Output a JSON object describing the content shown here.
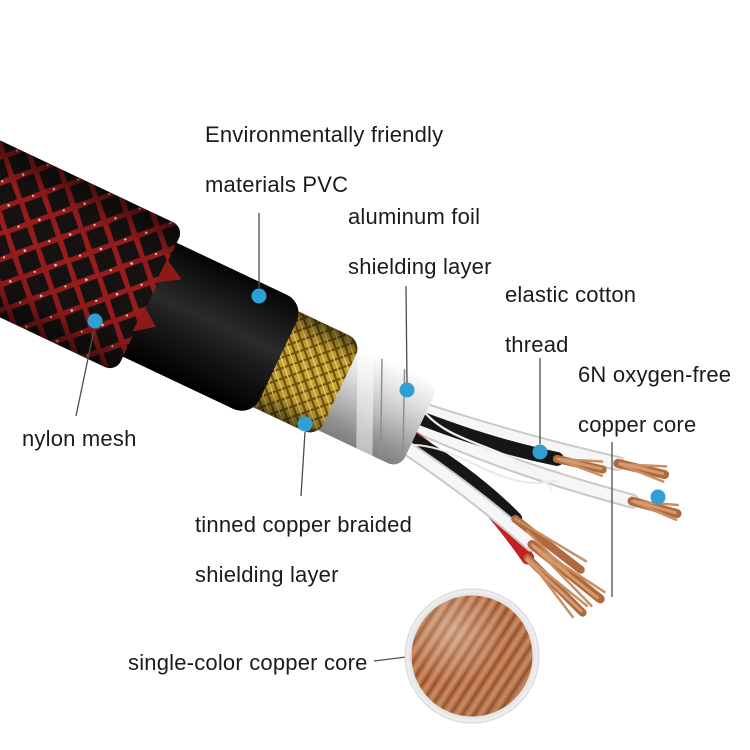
{
  "labels": {
    "pvc": {
      "line1": "Environmentally friendly",
      "line2": "materials PVC"
    },
    "aluminum_foil": {
      "line1": "aluminum foil",
      "line2": "shielding layer"
    },
    "elastic_cotton": {
      "line1": "elastic cotton",
      "line2": "thread"
    },
    "oxygen_free": {
      "line1": "6N oxygen-free",
      "line2": "copper core"
    },
    "nylon_mesh": {
      "text": "nylon mesh"
    },
    "tinned_copper": {
      "line1": "tinned copper braided",
      "line2": "shielding layer"
    },
    "single_color": {
      "text": "single-color copper core"
    }
  },
  "colors": {
    "dot_blue": "#2f9fd6",
    "line_gray": "#4d4d4d",
    "mesh_red": "#9a1c1c",
    "mesh_black": "#171212",
    "pvc_black": "#0a0a0a",
    "braid_gold": "#c9a230",
    "foil_silver": "#c6c6c6",
    "wire_white": "#f4f4f4",
    "wire_black": "#161616",
    "wire_red": "#c42222",
    "copper": "#b06a40"
  }
}
